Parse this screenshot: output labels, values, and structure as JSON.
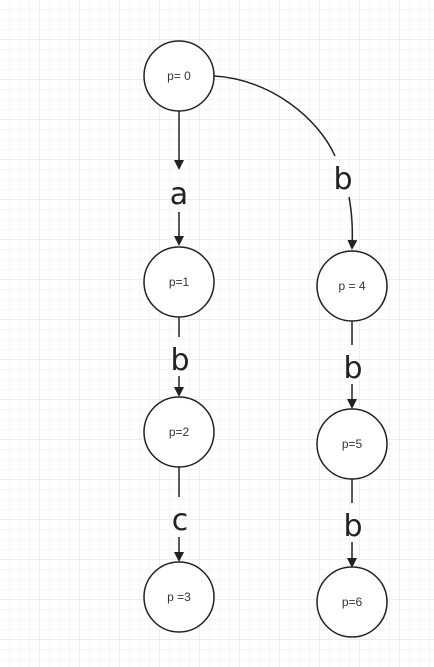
{
  "colors": {
    "stroke": "#222222",
    "node_fill": "#ffffff",
    "text": "#333333"
  },
  "nodes": [
    {
      "id": "n0",
      "label": "p= 0"
    },
    {
      "id": "n1",
      "label": "p=1"
    },
    {
      "id": "n2",
      "label": "p=2"
    },
    {
      "id": "n3",
      "label": "p =3"
    },
    {
      "id": "n4",
      "label": "p = 4"
    },
    {
      "id": "n5",
      "label": "p=5"
    },
    {
      "id": "n6",
      "label": "p=6"
    }
  ],
  "edges": [
    {
      "from": "n0",
      "to": "n1",
      "label": "a"
    },
    {
      "from": "n1",
      "to": "n2",
      "label": "b"
    },
    {
      "from": "n2",
      "to": "n3",
      "label": "c"
    },
    {
      "from": "n0",
      "to": "n4",
      "label": "b"
    },
    {
      "from": "n4",
      "to": "n5",
      "label": "b"
    },
    {
      "from": "n5",
      "to": "n6",
      "label": "b"
    }
  ]
}
